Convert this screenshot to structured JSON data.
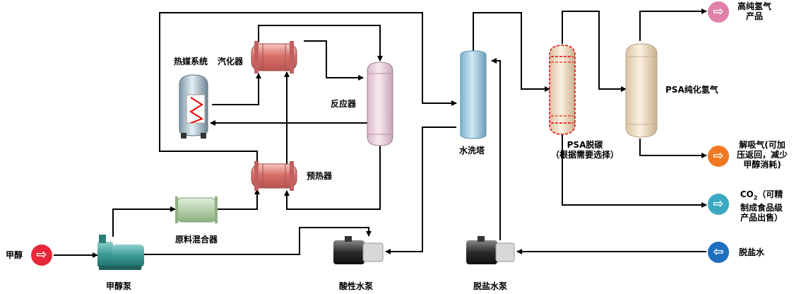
{
  "colors": {
    "pipe": "#000000",
    "input_arrow": "#e8283a",
    "product_h2": "#e080a8",
    "desorption_gas": "#f07820",
    "co2": "#39a9c2",
    "water": "#1f6fc0"
  },
  "labels": {
    "methanol": "甲醇",
    "methanol_pump": "甲醇泵",
    "acid_water_pump": "酸性水泵",
    "desalted_water_pump": "脱盐水泵",
    "desalted_water": "脱盐水",
    "raw_mixer": "原料混合器",
    "preheater": "预热器",
    "heat_medium_system": "热媒系统",
    "vaporizer": "汽化器",
    "reactor": "反应器",
    "water_wash_tower": "水洗塔",
    "psa_decarb_line1": "PSA脱碳",
    "psa_decarb_line2": "（根据需要选择）",
    "psa_h2": "PSA纯化氢气",
    "h2_product_line1": "高纯氢气",
    "h2_product_line2": "产品",
    "desorb_line1": "解吸气(可加",
    "desorb_line2": "压返回，减少",
    "desorb_line3": "甲醇消耗)",
    "co2_line1_main": "CO",
    "co2_line1_sub": "2",
    "co2_line1_rest": "（可精",
    "co2_line2": "制成食品级",
    "co2_line3": "产品出售）"
  },
  "icons": {
    "input": "arrow-right-icon",
    "output": "arrow-right-icon",
    "water_input": "arrow-left-icon"
  }
}
